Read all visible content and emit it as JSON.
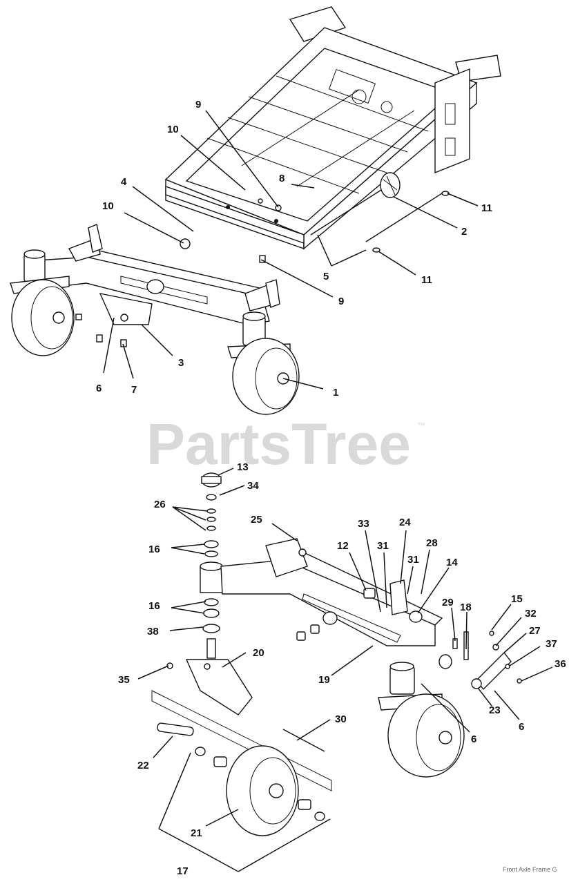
{
  "watermark": {
    "brand": "PartsTree",
    "trademark": "™"
  },
  "footer": {
    "figure_ref": "Front Axle Frame G"
  },
  "callouts_top": [
    {
      "id": "c9a",
      "label": "9"
    },
    {
      "id": "c10a",
      "label": "10"
    },
    {
      "id": "c8",
      "label": "8"
    },
    {
      "id": "c4",
      "label": "4"
    },
    {
      "id": "c10b",
      "label": "10"
    },
    {
      "id": "c11a",
      "label": "11"
    },
    {
      "id": "c2",
      "label": "2"
    },
    {
      "id": "c5",
      "label": "5"
    },
    {
      "id": "c11b",
      "label": "11"
    },
    {
      "id": "c9b",
      "label": "9"
    },
    {
      "id": "c3",
      "label": "3"
    },
    {
      "id": "c6a",
      "label": "6"
    },
    {
      "id": "c7",
      "label": "7"
    },
    {
      "id": "c1",
      "label": "1"
    }
  ],
  "callouts_bottom": [
    {
      "id": "c13",
      "label": "13"
    },
    {
      "id": "c34",
      "label": "34"
    },
    {
      "id": "c26",
      "label": "26"
    },
    {
      "id": "c25",
      "label": "25"
    },
    {
      "id": "c16a",
      "label": "16"
    },
    {
      "id": "c33",
      "label": "33"
    },
    {
      "id": "c24",
      "label": "24"
    },
    {
      "id": "c12",
      "label": "12"
    },
    {
      "id": "c31a",
      "label": "31"
    },
    {
      "id": "c31b",
      "label": "31"
    },
    {
      "id": "c28",
      "label": "28"
    },
    {
      "id": "c14",
      "label": "14"
    },
    {
      "id": "c16b",
      "label": "16"
    },
    {
      "id": "c29",
      "label": "29"
    },
    {
      "id": "c18",
      "label": "18"
    },
    {
      "id": "c15",
      "label": "15"
    },
    {
      "id": "c32",
      "label": "32"
    },
    {
      "id": "c38",
      "label": "38"
    },
    {
      "id": "c27",
      "label": "27"
    },
    {
      "id": "c37",
      "label": "37"
    },
    {
      "id": "c20",
      "label": "20"
    },
    {
      "id": "c36",
      "label": "36"
    },
    {
      "id": "c35",
      "label": "35"
    },
    {
      "id": "c19",
      "label": "19"
    },
    {
      "id": "c30",
      "label": "30"
    },
    {
      "id": "c23",
      "label": "23"
    },
    {
      "id": "c6b",
      "label": "6"
    },
    {
      "id": "c6c",
      "label": "6"
    },
    {
      "id": "c22",
      "label": "22"
    },
    {
      "id": "c21",
      "label": "21"
    },
    {
      "id": "c17",
      "label": "17"
    }
  ]
}
